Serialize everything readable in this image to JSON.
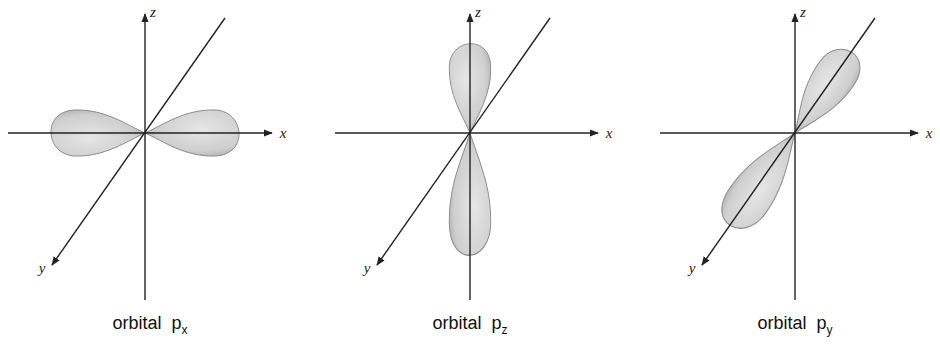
{
  "diagram": {
    "labels": [
      "z",
      "x",
      "y",
      "z",
      "x",
      "y",
      "z",
      "x",
      "y",
      "orbital  p",
      "x",
      "orbital  p",
      "z",
      "orbital  p",
      "y"
    ]
  }
}
